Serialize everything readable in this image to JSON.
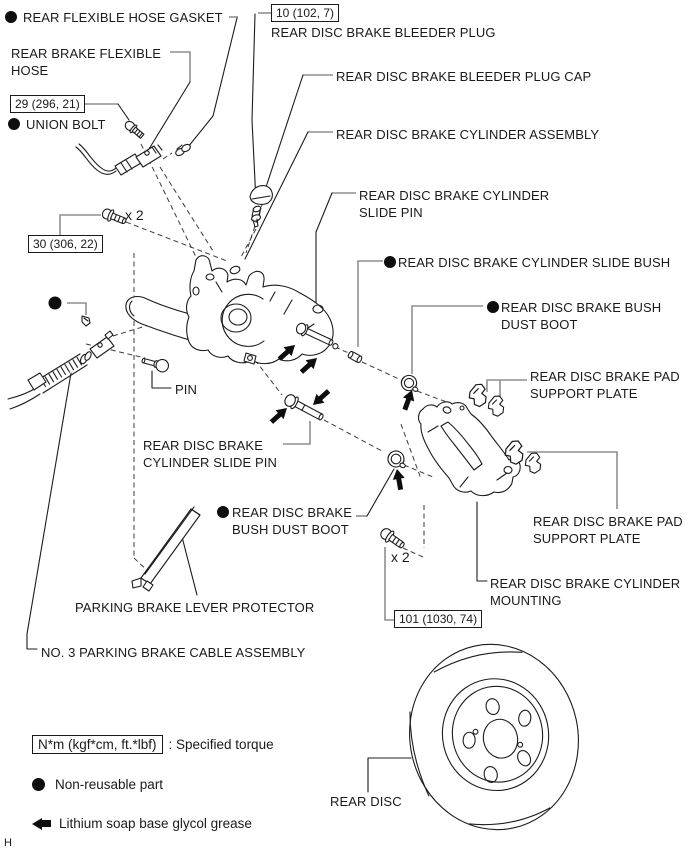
{
  "colors": {
    "line": "#1c1c1c",
    "leader_gray": "#8f8f8f",
    "background": "#ffffff",
    "ink": "#0e0e0e"
  },
  "icons": {
    "non_reusable_dot": "filled-black-circle",
    "grease_arrow": "solid-left-arrow",
    "torque_callout": "boxed-value"
  },
  "labels": {
    "hose_gasket": {
      "text": "REAR FLEXIBLE HOSE GASKET",
      "non_reusable": true
    },
    "bleeder_plug": {
      "torque": "10 (102, 7)",
      "text": "REAR DISC BRAKE BLEEDER PLUG"
    },
    "flexible_hose": {
      "line1": "REAR BRAKE FLEXIBLE",
      "line2": "HOSE"
    },
    "union_bolt": {
      "torque": "29 (296, 21)",
      "text": "UNION BOLT",
      "non_reusable": true
    },
    "bleeder_plug_cap": {
      "text": "REAR DISC BRAKE BLEEDER PLUG CAP"
    },
    "cylinder_assembly": {
      "text": "REAR DISC BRAKE CYLINDER ASSEMBLY"
    },
    "slide_pin_right": {
      "line1": "REAR DISC BRAKE CYLINDER",
      "line2": "SLIDE PIN"
    },
    "caliper_bolt": {
      "qty": "x 2",
      "torque": "30 (306, 22)"
    },
    "slide_bush": {
      "text": "REAR DISC BRAKE CYLINDER SLIDE BUSH",
      "non_reusable": true
    },
    "bush_boot_right": {
      "line1": "REAR DISC BRAKE BUSH",
      "line2": "DUST BOOT",
      "non_reusable": true
    },
    "pad_plate_upper": {
      "line1": "REAR DISC BRAKE PAD",
      "line2": "SUPPORT PLATE"
    },
    "pin": {
      "text": "PIN"
    },
    "slide_pin_left": {
      "line1": "REAR DISC BRAKE",
      "line2": "CYLINDER SLIDE PIN"
    },
    "bush_boot_left": {
      "line1": "REAR DISC BRAKE",
      "line2": "BUSH DUST BOOT",
      "non_reusable": true
    },
    "pad_plate_lower": {
      "line1": "REAR DISC BRAKE PAD",
      "line2": "SUPPORT PLATE"
    },
    "mounting_bolt": {
      "qty": "x 2",
      "torque": "101 (1030, 74)"
    },
    "cylinder_mounting": {
      "line1": "REAR DISC BRAKE CYLINDER",
      "line2": "MOUNTING"
    },
    "lever_protector": {
      "text": "PARKING BRAKE LEVER PROTECTOR"
    },
    "parking_cable": {
      "text": "NO. 3 PARKING BRAKE CABLE ASSEMBLY"
    },
    "rear_disc": {
      "text": "REAR DISC"
    }
  },
  "legend": {
    "torque_box": "N*m (kgf*cm, ft.*lbf)",
    "torque_desc": ": Specified torque",
    "non_reusable": "Non-reusable part",
    "grease": "Lithium soap base glycol grease"
  },
  "page_letter": "H"
}
